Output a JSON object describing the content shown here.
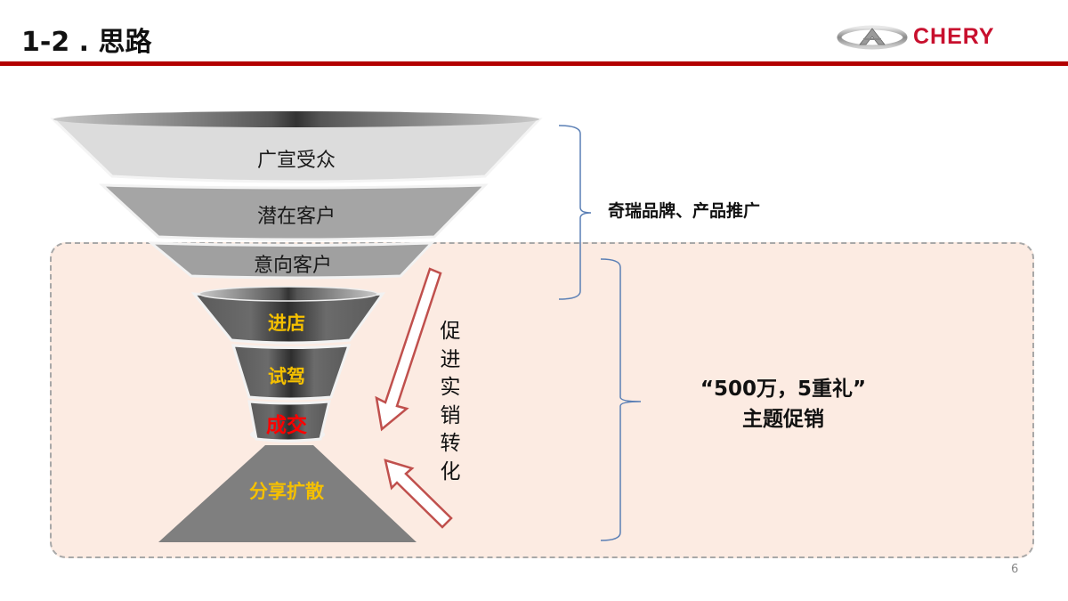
{
  "header": {
    "title": "1-2 . 思路",
    "logo_text": "CHERY",
    "accent_color": "#b30000"
  },
  "funnel": {
    "stages": [
      {
        "label": "广宣受众",
        "style": "light-gray"
      },
      {
        "label": "潜在客户",
        "style": "gray"
      },
      {
        "label": "意向客户",
        "style": "gray"
      },
      {
        "label": "进店",
        "style": "dark-gold"
      },
      {
        "label": "试驾",
        "style": "dark-gold"
      },
      {
        "label": "成交",
        "style": "dark-red"
      },
      {
        "label": "分享扩散",
        "style": "pyramid-gold"
      }
    ]
  },
  "annotations": {
    "brand_bracket_label": "奇瑞品牌、产品推广",
    "conversion_label": "促进实销转化",
    "promo_line1": "“500万，5重礼”",
    "promo_line2": "主题促销"
  },
  "footer": {
    "page_number": "6"
  },
  "colors": {
    "promo_box_bg": "#fcebe2",
    "bracket": "#5a7fb5",
    "arrow_border": "#c0504d",
    "gold_text": "#f5c000",
    "red_text": "#ff0000"
  }
}
